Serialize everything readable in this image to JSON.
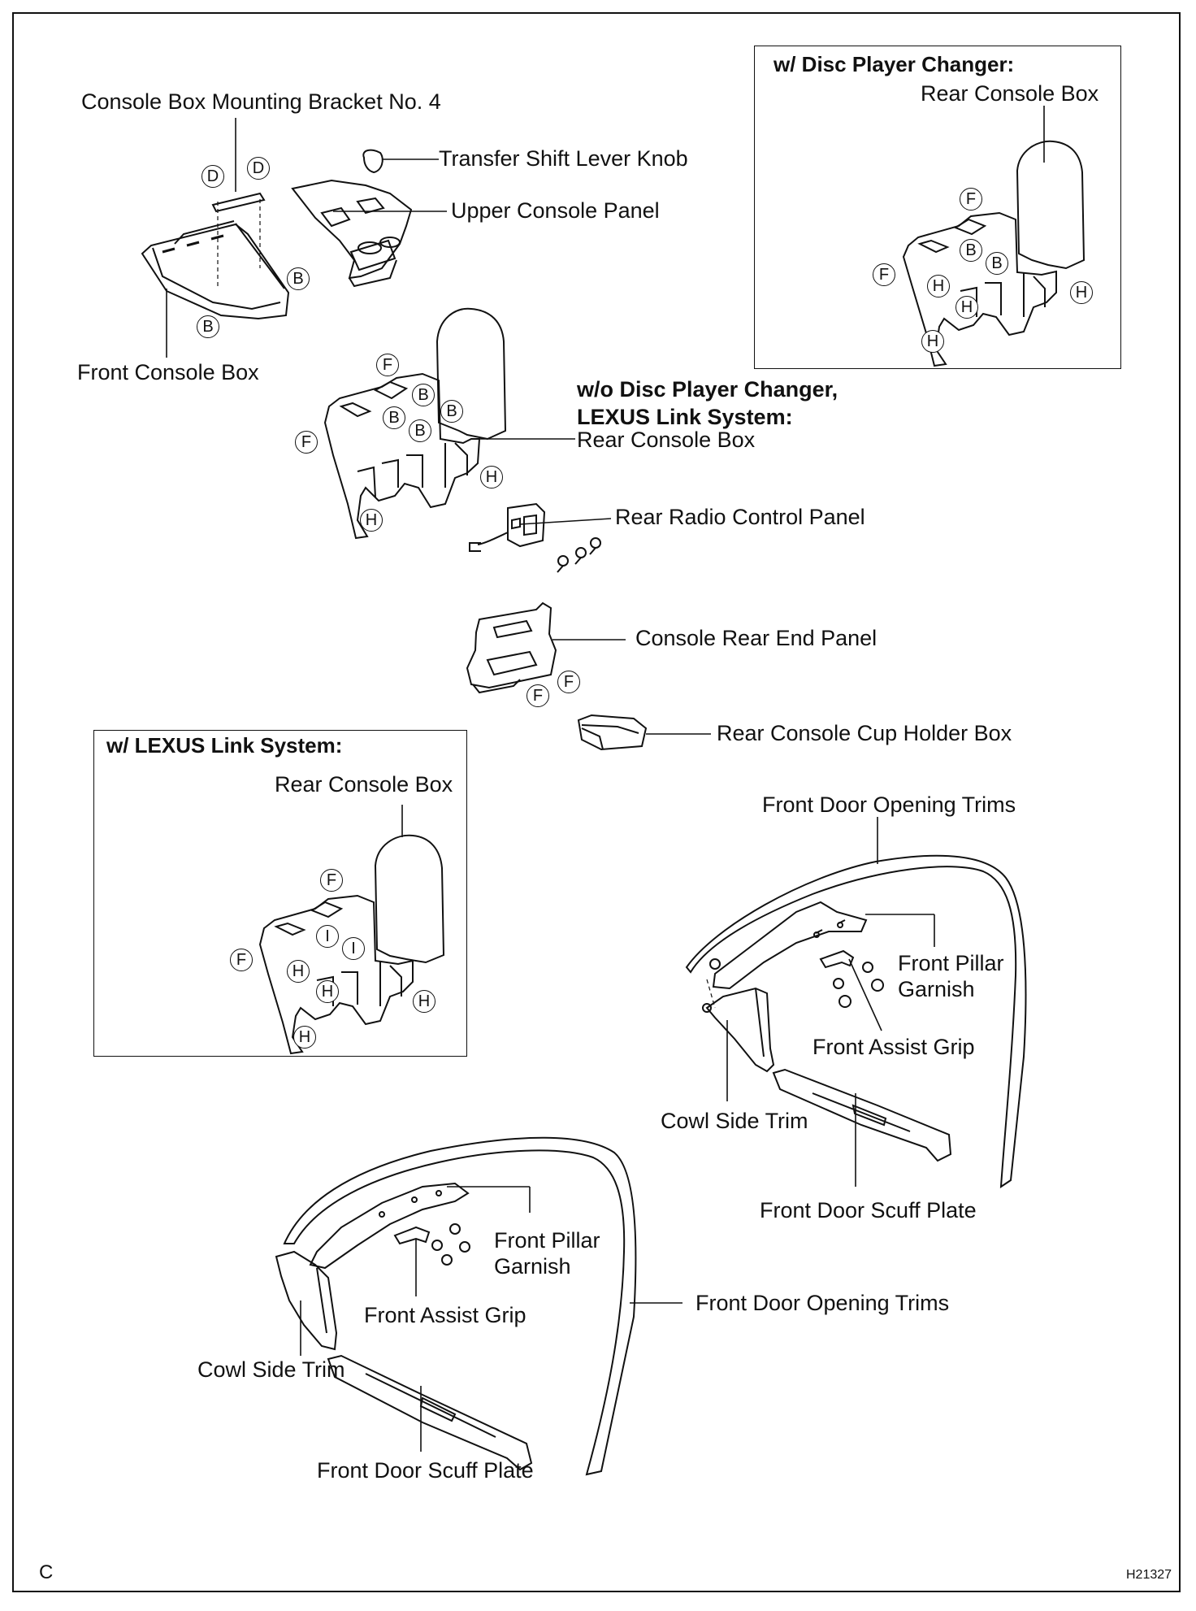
{
  "labels": {
    "console_bracket": "Console Box Mounting Bracket No. 4",
    "transfer_knob": "Transfer Shift Lever Knob",
    "upper_panel": "Upper Console Panel",
    "front_console": "Front Console Box",
    "rear_radio": "Rear Radio Control Panel",
    "rear_end_panel": "Console Rear End Panel",
    "rear_cup_holder": "Rear Console Cup Holder Box",
    "rear_console_main": "Rear Console Box",
    "upper_door_trims": "Front Door Opening Trims",
    "upper_pillar_1": "Front Pillar",
    "upper_pillar_2": "Garnish",
    "upper_assist_grip": "Front Assist Grip",
    "upper_cowl": "Cowl Side Trim",
    "upper_scuff": "Front Door Scuff Plate",
    "lower_pillar_1": "Front Pillar",
    "lower_pillar_2": "Garnish",
    "lower_assist_grip": "Front Assist Grip",
    "lower_door_trims": "Front Door Opening Trims",
    "lower_cowl": "Cowl Side Trim",
    "lower_scuff": "Front Door Scuff Plate"
  },
  "headings": {
    "wo_line1": "w/o Disc Player Changer,",
    "wo_line2": "LEXUS Link System:"
  },
  "box_disc": {
    "title": "w/ Disc Player Changer:",
    "part": "Rear Console Box"
  },
  "box_lexus": {
    "title": "w/ LEXUS Link System:",
    "part": "Rear Console Box"
  },
  "markers": {
    "b": "B",
    "d": "D",
    "f": "F",
    "h": "H",
    "i": "I"
  },
  "footer": {
    "left": "C",
    "right": "H21327"
  }
}
